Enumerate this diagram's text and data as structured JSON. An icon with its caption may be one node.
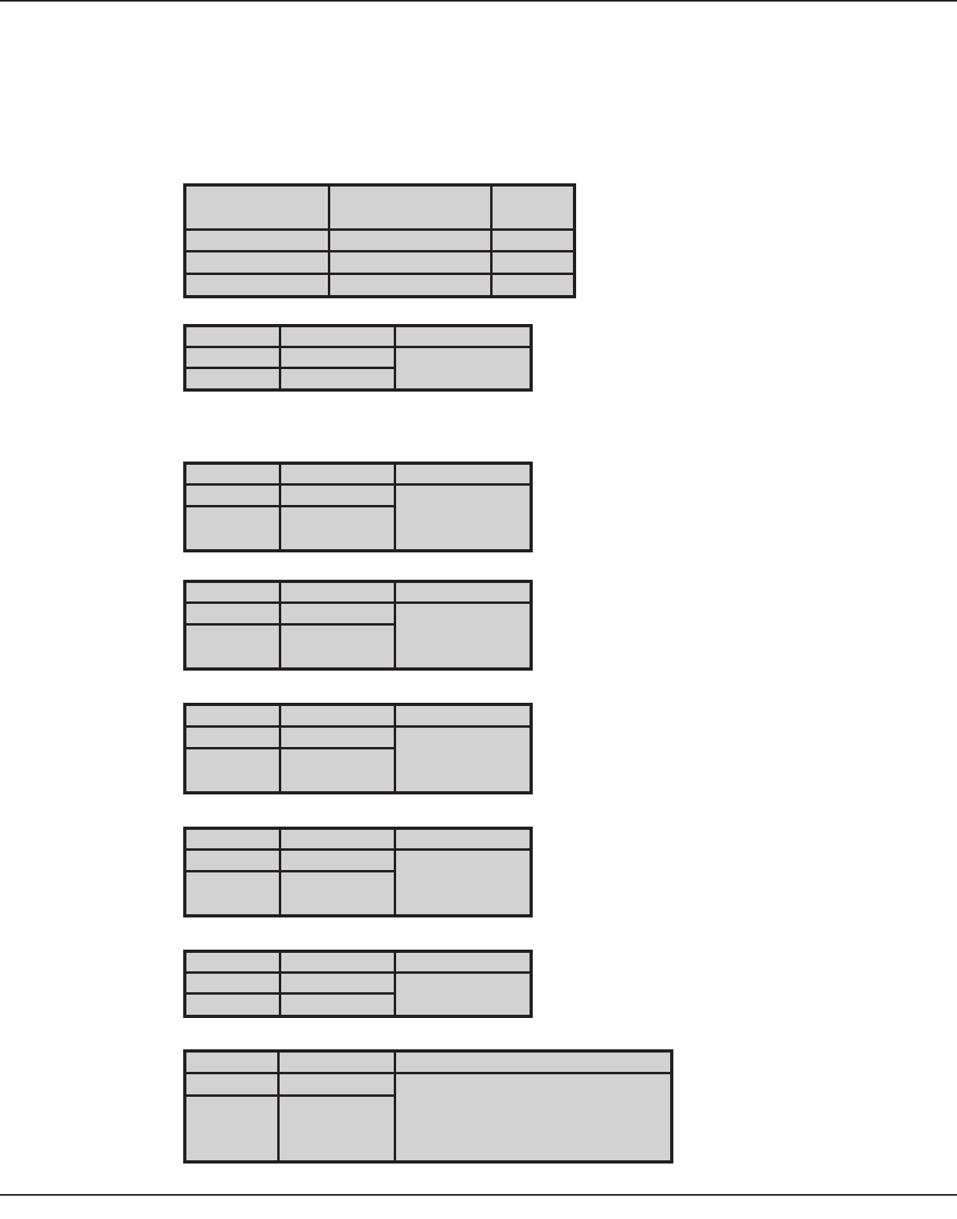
{
  "diagram": {
    "nodes": [
      {
        "text": [],
        "shape": "table"
      },
      {
        "text": [],
        "shape": "table"
      },
      {
        "text": [],
        "shape": "table"
      },
      {
        "text": [],
        "shape": "table"
      },
      {
        "text": [],
        "shape": "table"
      },
      {
        "text": [],
        "shape": "table"
      },
      {
        "text": [],
        "shape": "table"
      },
      {
        "text": [],
        "shape": "table"
      }
    ]
  }
}
